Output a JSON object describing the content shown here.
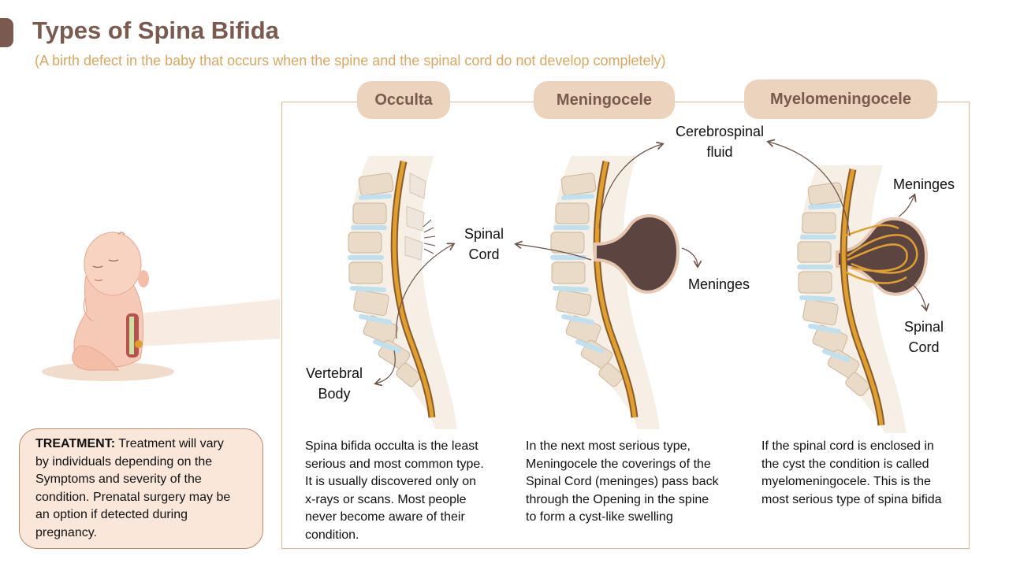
{
  "title": "Types of Spina Bifida",
  "subtitle": "(A birth defect in the baby that occurs when the spine and the spinal cord do not develop completely)",
  "types": [
    {
      "name": "Occulta",
      "description": [
        "Spina bifida occulta is the least",
        "serious and most common type.",
        "It is usually discovered only on",
        "x-rays or scans. Most people",
        "never become aware of their",
        "condition."
      ]
    },
    {
      "name": "Meningocele",
      "description": [
        "In the next most serious type,",
        "Meningocele the coverings of the",
        "Spinal Cord (meninges) pass back",
        "through the Opening in the spine",
        "to form a cyst-like swelling"
      ]
    },
    {
      "name": "Myelomeningocele",
      "description": [
        "If the spinal cord is enclosed in",
        "the cyst the condition is called",
        "myelomeningocele. This is the",
        "most serious type of spina bifida"
      ]
    }
  ],
  "labels": {
    "spinal_cord_1": [
      "Spinal",
      "Cord"
    ],
    "vertebral_body": [
      "Vertebral",
      "Body"
    ],
    "csf": [
      "Cerebrospinal",
      "fluid"
    ],
    "meninges_1": "Meninges",
    "meninges_2": "Meninges",
    "spinal_cord_2": [
      "Spinal",
      "Cord"
    ]
  },
  "treatment": {
    "heading": "TREATMENT:",
    "lines": [
      " Treatment will vary",
      "by individuals depending on the",
      "Symptoms and severity of the",
      "condition. Prenatal surgery may be",
      "an option if detected during",
      "pregnancy."
    ]
  },
  "colors": {
    "accent": "#7a5a4e",
    "subtitle": "#d7a765",
    "pill": "#ecd3bd",
    "frame": "#d9b89a",
    "treatment_bg": "#fbe6da",
    "cyst": "#5c4540",
    "cord": "#e0a030",
    "disc": "#bfe0ef"
  }
}
